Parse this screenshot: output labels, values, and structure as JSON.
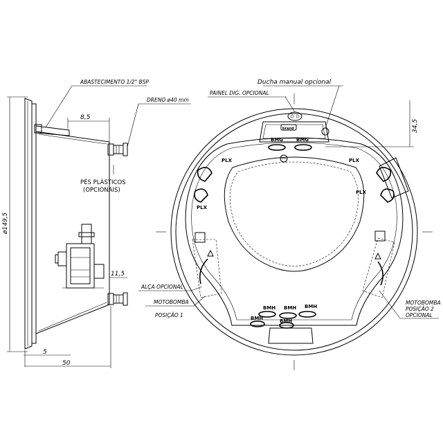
{
  "labels": {
    "abastecimento": "ABASTECIMENTO 1/2\" BSP",
    "dreno": "DRENO ø40 mm",
    "pes_line1": "PÉS PLÁSTICOS",
    "pes_line2": "(OPCIONAIS)",
    "alca": "ALÇA OPCIONAL",
    "motobomba1_line1": "MOTOBOMBA",
    "motobomba1_line2": "POSIÇÃO 1",
    "motobomba2_line1": "MOTOBOMBA",
    "motobomba2_line2": "POSIÇÃO 2",
    "motobomba2_line3": "OPCIONAL",
    "ducha": "Ducha manual opcional",
    "painel": "PAINEL DIG. OPCIONAL"
  },
  "dimensions": {
    "height": "ø149,5",
    "d_8_5": "8,5",
    "d_11_5": "11,5",
    "d_5": "5",
    "d_50": "50",
    "d_34_5": "34,5"
  },
  "jets": {
    "bmg_left": "BMG",
    "bmg_right": "BMG",
    "plx_tl": "PLX",
    "plx_bl": "PLX",
    "plx_tr": "PLX",
    "plx_br": "PLX",
    "bmh_1": "BMH",
    "bmh_2": "BMH",
    "bmh_3": "BMH",
    "bmh_4": "BMH",
    "bmh_5": "BMH"
  }
}
